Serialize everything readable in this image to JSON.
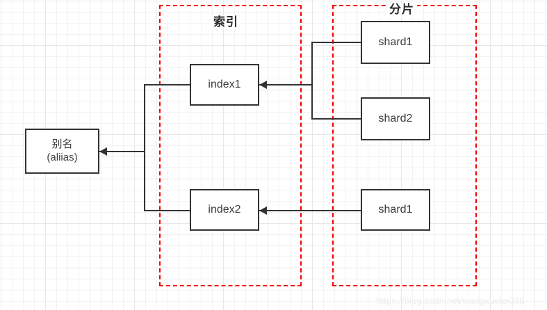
{
  "diagram": {
    "panels": [
      {
        "id": "index-group",
        "title": "索引"
      },
      {
        "id": "shard-group",
        "title": "分片"
      }
    ],
    "nodes": [
      {
        "id": "alias",
        "label": "别名\n(aliias)"
      },
      {
        "id": "index1",
        "label": "index1"
      },
      {
        "id": "index2",
        "label": "index2"
      },
      {
        "id": "shard1a",
        "label": "shard1"
      },
      {
        "id": "shard2",
        "label": "shard2"
      },
      {
        "id": "shard1b",
        "label": "shard1"
      }
    ],
    "edges": [
      {
        "from": "index1",
        "to": "alias",
        "arrow": "left"
      },
      {
        "from": "index2",
        "to": "alias",
        "arrow": "left"
      },
      {
        "from": "shard1a",
        "to": "index1",
        "arrow": "left"
      },
      {
        "from": "shard2",
        "to": "index1",
        "arrow": "left"
      },
      {
        "from": "shard1b",
        "to": "index2",
        "arrow": "left"
      }
    ],
    "colors": {
      "panel_border": "#f50000",
      "node_border": "#333333",
      "connector": "#333333",
      "text": "#3b3b3b",
      "grid": "#e8e8e8",
      "background": "#ffffff"
    }
  },
  "watermark": {
    "text": "https://blog.csdn.net/wangxuelei036"
  }
}
